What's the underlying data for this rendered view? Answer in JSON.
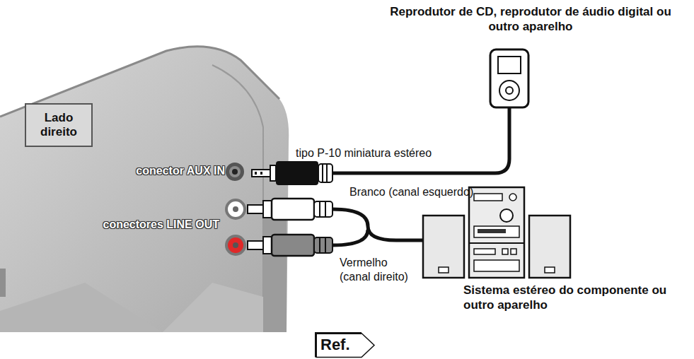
{
  "diagram": {
    "nodes": [
      {
        "text": [
          "Lado direito"
        ]
      },
      {
        "text": [
          "Ref."
        ]
      }
    ],
    "labels": [
      "Reprodutor de CD, reprodutor de áudio digital ou outro aparelho",
      "tipo P-10 miniatura estéreo",
      "conector AUX IN",
      "Branco (canal esquerdo)",
      "conectores LINE OUT",
      "Vermelho (canal direito)",
      "Sistema estéreo do componente ou outro aparelho"
    ]
  }
}
